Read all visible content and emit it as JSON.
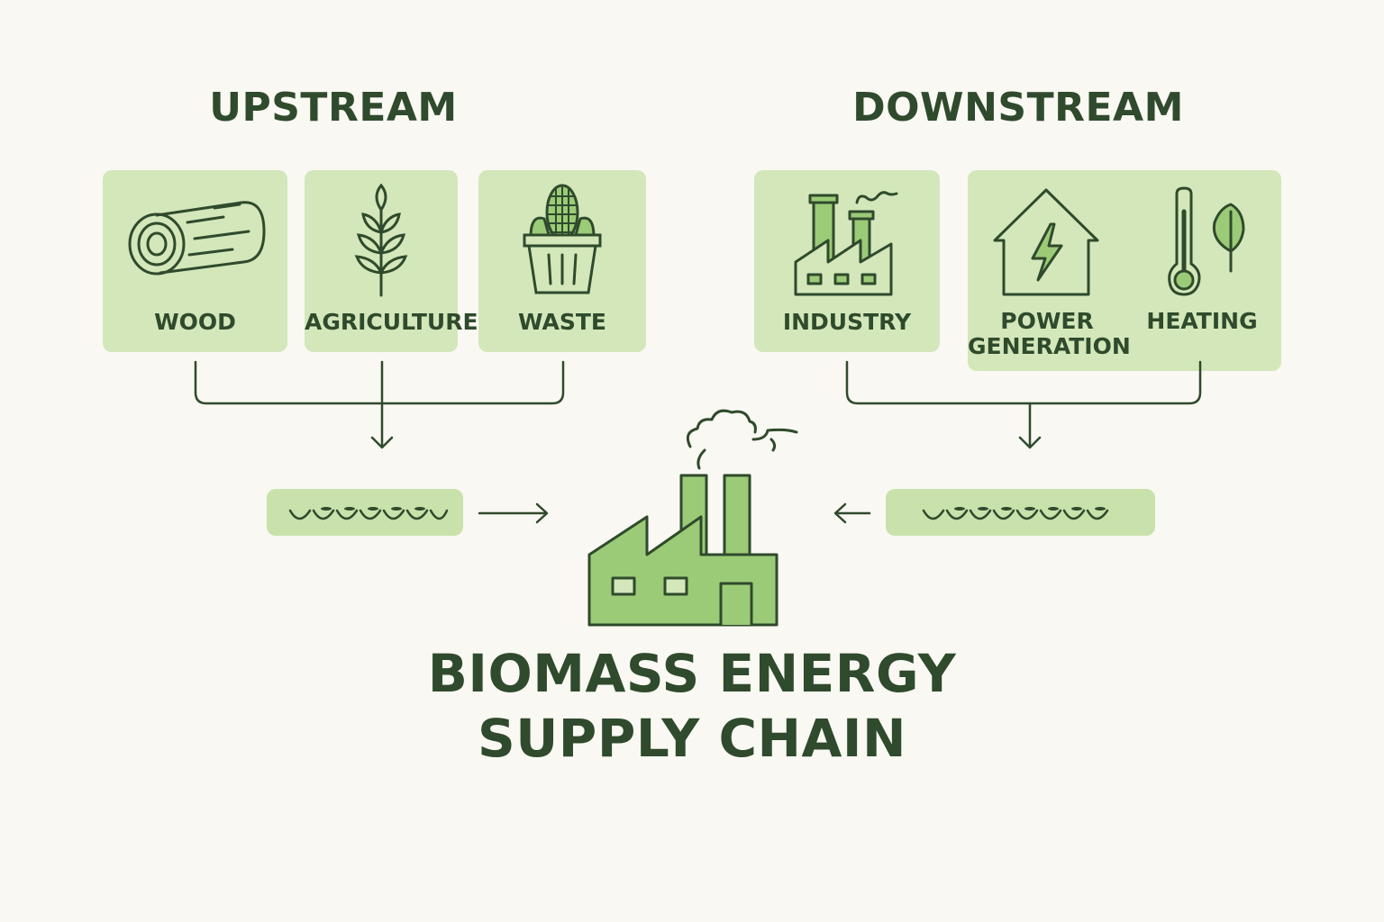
{
  "upstream": {
    "heading": "UPSTREAM",
    "items": [
      {
        "label": "WOOD",
        "icon": "log-icon"
      },
      {
        "label": "AGRICULTURE",
        "icon": "wheat-icon"
      },
      {
        "label": "WASTE",
        "icon": "waste-basket-icon"
      }
    ]
  },
  "downstream": {
    "heading": "DOWNSTREAM",
    "items": [
      {
        "label": "INDUSTRY",
        "icon": "factory-icon"
      },
      {
        "label_line1": "POWER",
        "label_line2": "GENERATION",
        "icon": "house-lightning-icon"
      },
      {
        "label": "HEATING",
        "icon": "thermometer-leaf-icon"
      }
    ]
  },
  "center": {
    "icon": "biomass-plant-icon",
    "title_line1": "BIOMASS ENERGY",
    "title_line2": "SUPPLY CHAIN"
  },
  "colors": {
    "background": "#f9f8f2",
    "card": "#d3e7ba",
    "accent_green": "#9ccb78",
    "dark_text": "#2f4a2c"
  }
}
